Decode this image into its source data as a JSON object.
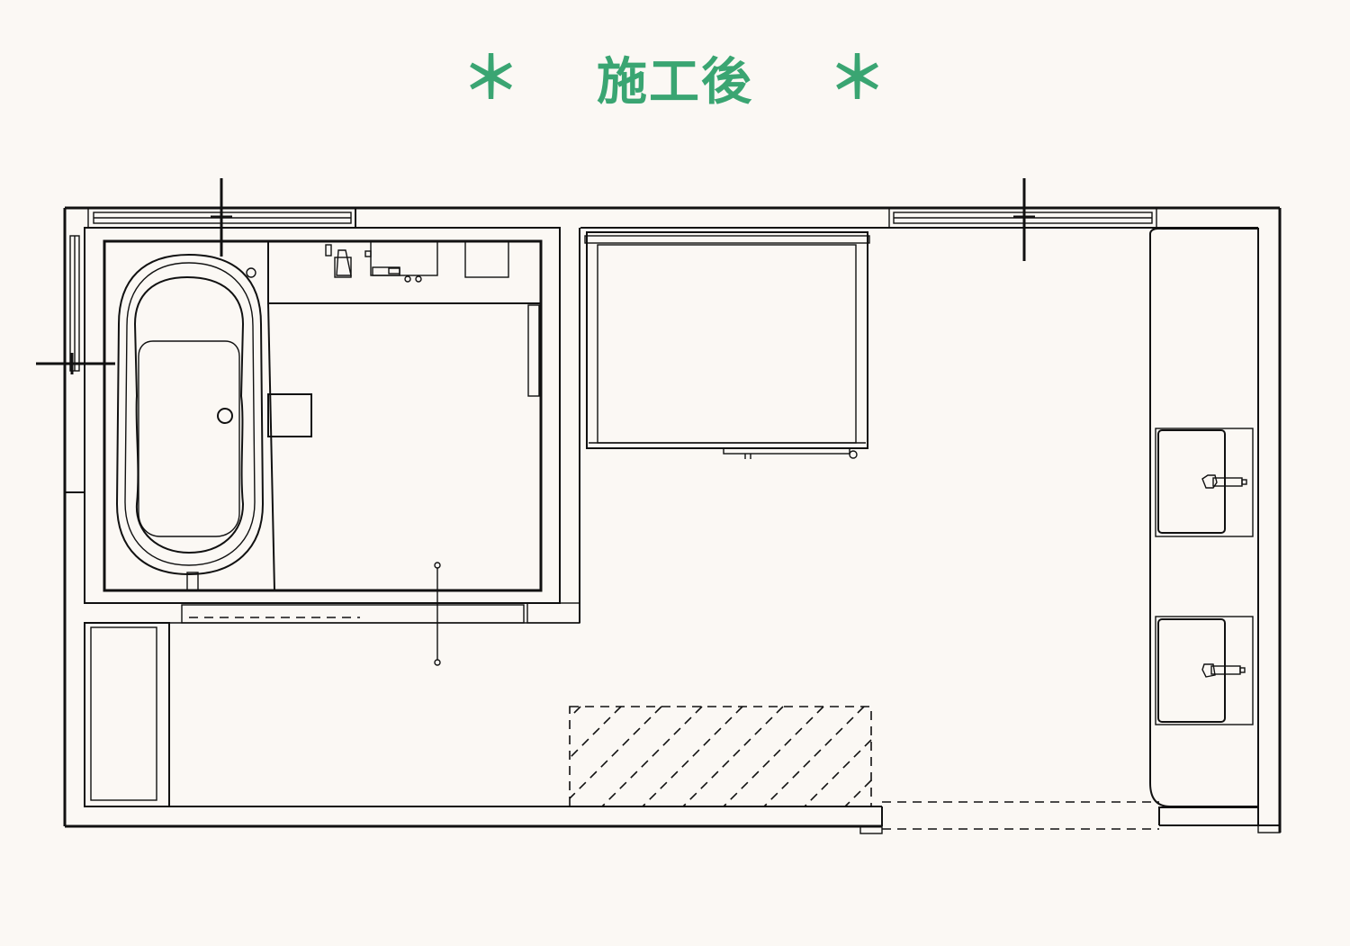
{
  "title": {
    "star_left": "＊",
    "text": "施工後",
    "star_right": "＊",
    "color": "#3aa572"
  },
  "colors": {
    "background": "#fbf8f4",
    "line": "#111111"
  },
  "plan": {
    "rooms": [
      "bathroom",
      "washroom",
      "laundry-area"
    ],
    "fixtures": [
      "bathtub",
      "shower-faucet",
      "storage-cabinet",
      "washing-machine",
      "vanity-sink",
      "vanity-sink",
      "floor-mat"
    ]
  }
}
